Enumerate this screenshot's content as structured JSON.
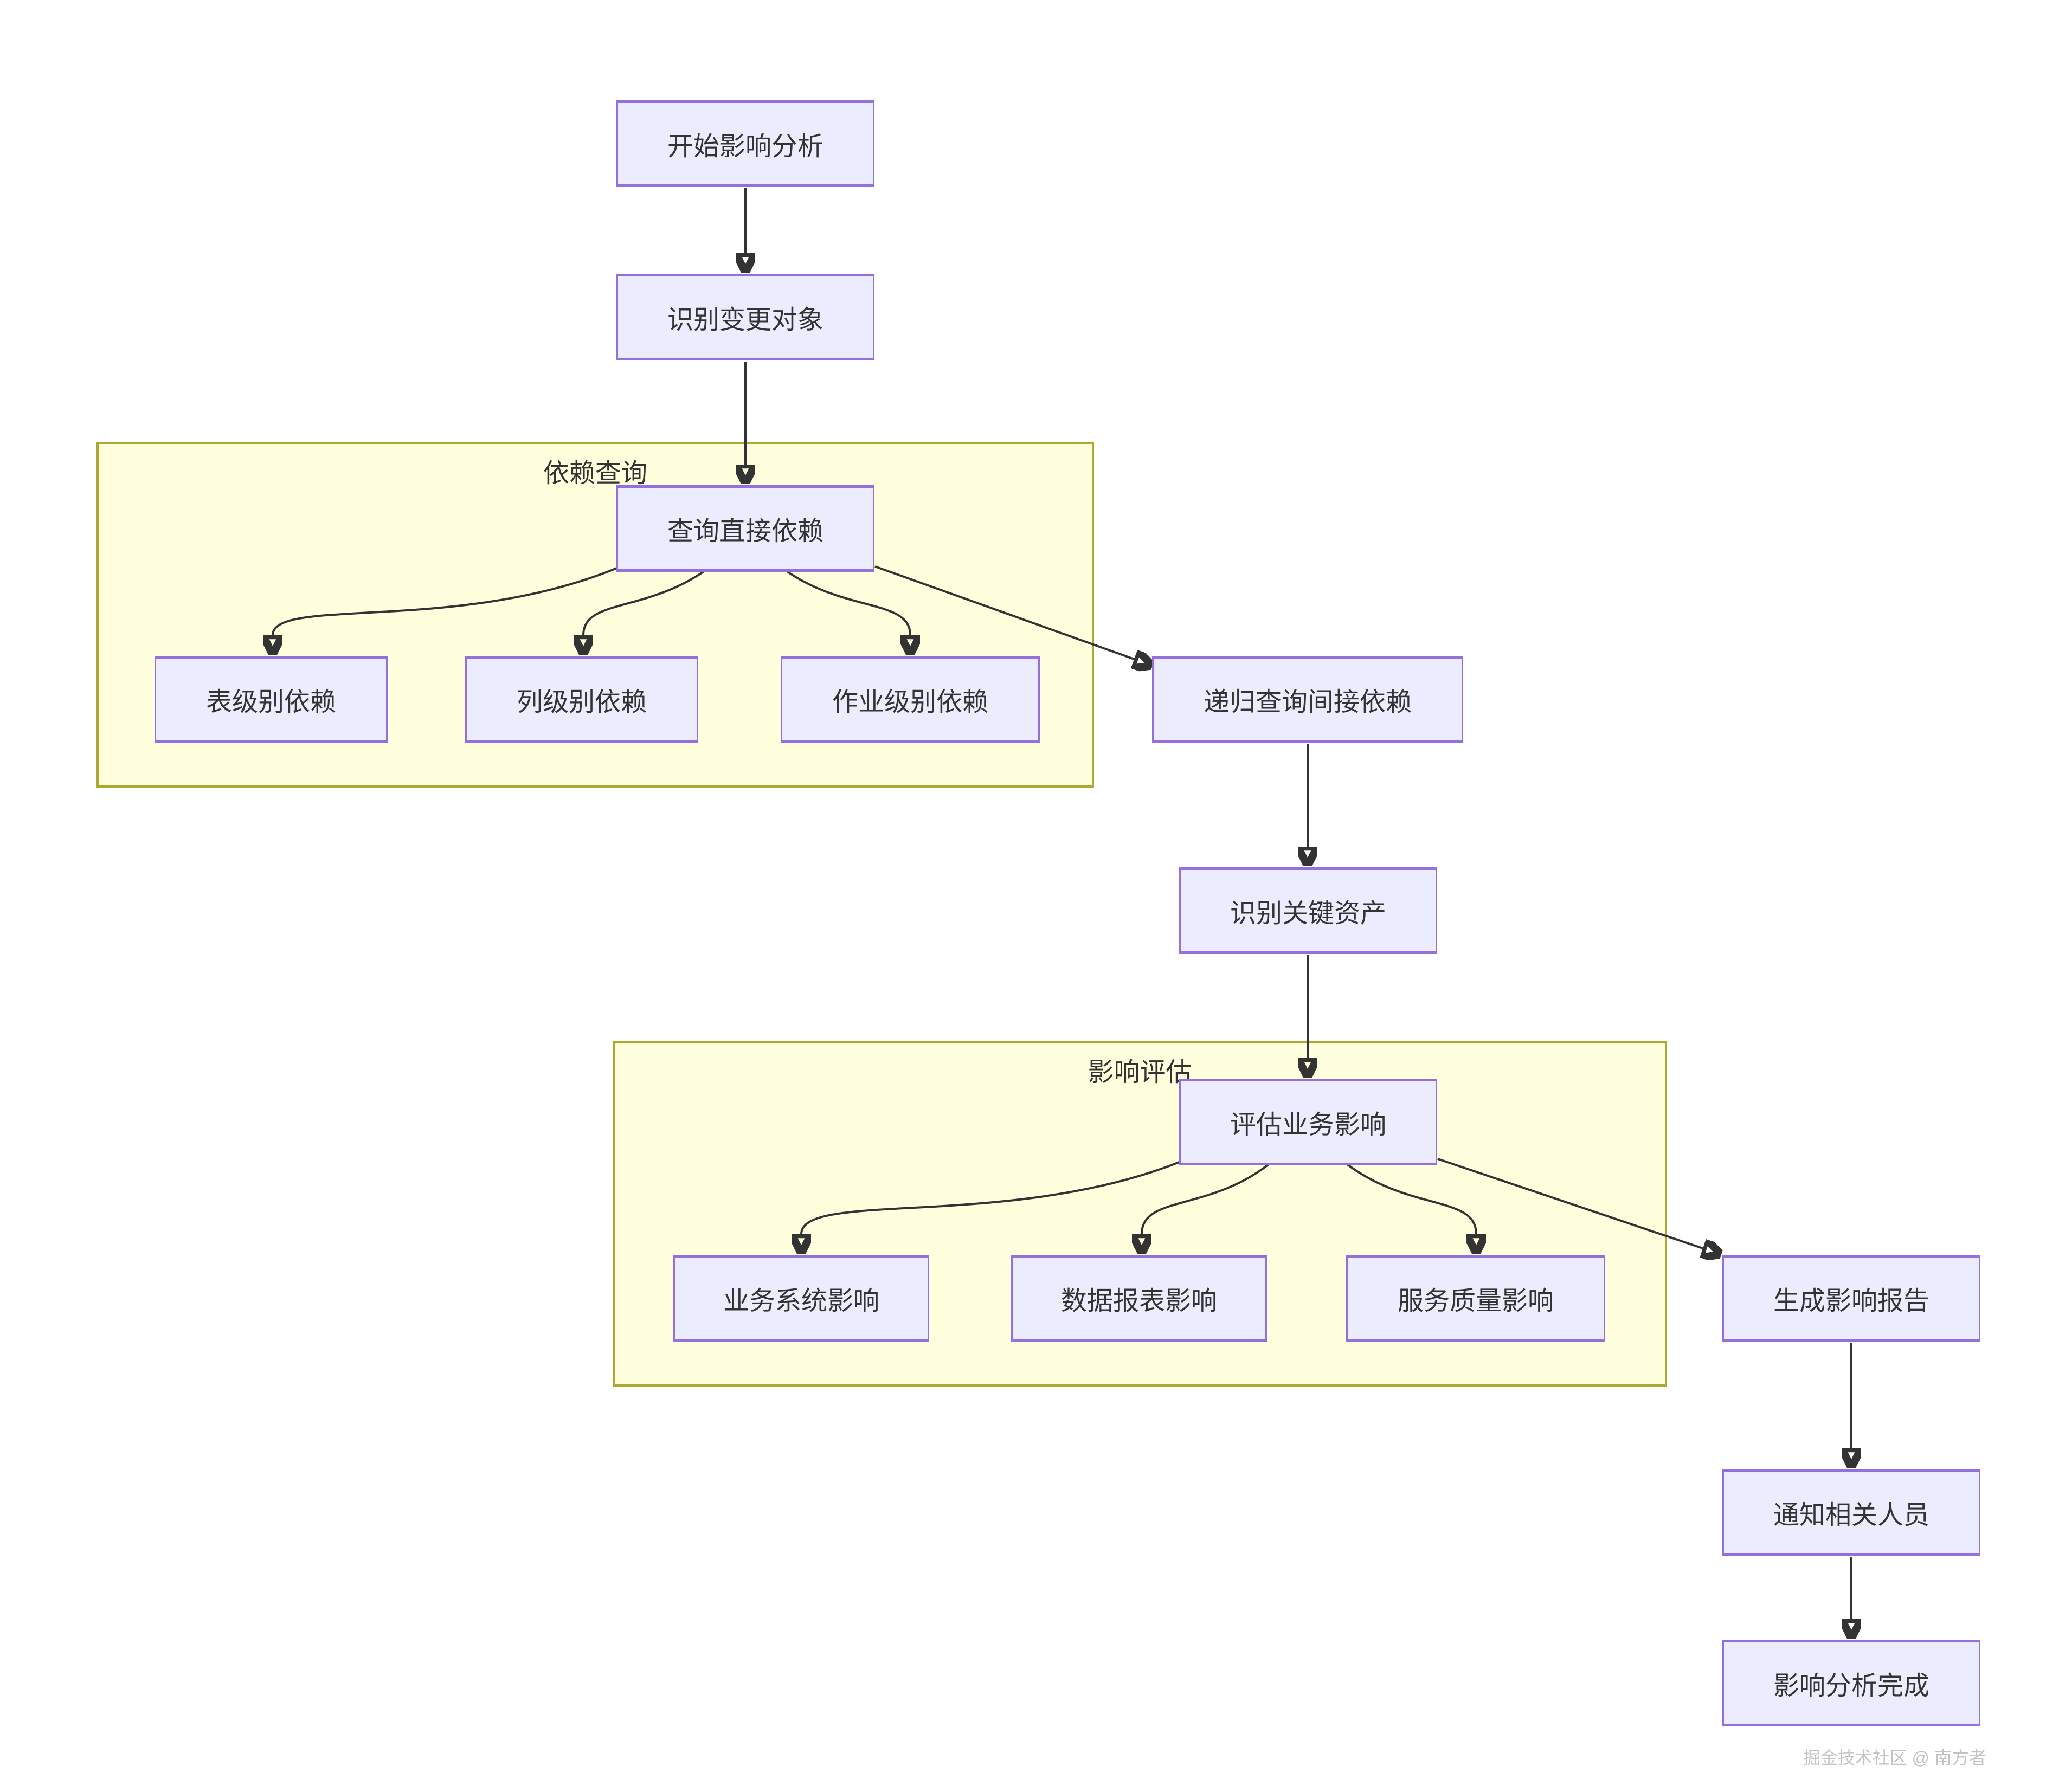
{
  "diagram": {
    "type": "flowchart",
    "direction": "top-down",
    "nodes": [
      {
        "id": "start",
        "label": "开始影响分析"
      },
      {
        "id": "identify",
        "label": "识别变更对象"
      },
      {
        "id": "query_direct",
        "label": "查询直接依赖"
      },
      {
        "id": "table_dep",
        "label": "表级别依赖"
      },
      {
        "id": "col_dep",
        "label": "列级别依赖"
      },
      {
        "id": "job_dep",
        "label": "作业级别依赖"
      },
      {
        "id": "recursive",
        "label": "递归查询间接依赖"
      },
      {
        "id": "key_asset",
        "label": "识别关键资产"
      },
      {
        "id": "assess",
        "label": "评估业务影响"
      },
      {
        "id": "biz_impact",
        "label": "业务系统影响"
      },
      {
        "id": "report_impact",
        "label": "数据报表影响"
      },
      {
        "id": "quality_impact",
        "label": "服务质量影响"
      },
      {
        "id": "gen_report",
        "label": "生成影响报告"
      },
      {
        "id": "notify",
        "label": "通知相关人员"
      },
      {
        "id": "done",
        "label": "影响分析完成"
      }
    ],
    "clusters": [
      {
        "id": "dep_query",
        "label": "依赖查询"
      },
      {
        "id": "impact_assess",
        "label": "影响评估"
      }
    ],
    "edges": [
      {
        "from": "start",
        "to": "identify"
      },
      {
        "from": "identify",
        "to": "query_direct"
      },
      {
        "from": "query_direct",
        "to": "table_dep"
      },
      {
        "from": "query_direct",
        "to": "col_dep"
      },
      {
        "from": "query_direct",
        "to": "job_dep"
      },
      {
        "from": "query_direct",
        "to": "recursive"
      },
      {
        "from": "recursive",
        "to": "key_asset"
      },
      {
        "from": "key_asset",
        "to": "assess"
      },
      {
        "from": "assess",
        "to": "biz_impact"
      },
      {
        "from": "assess",
        "to": "report_impact"
      },
      {
        "from": "assess",
        "to": "quality_impact"
      },
      {
        "from": "assess",
        "to": "gen_report"
      },
      {
        "from": "gen_report",
        "to": "notify"
      },
      {
        "from": "notify",
        "to": "done"
      }
    ],
    "watermark": "掘金技术社区 @ 南方者",
    "colors": {
      "node_fill": "#ececff",
      "node_border": "#9370db",
      "cluster_fill": "#ffffde",
      "cluster_border": "#aaaa33",
      "edge": "#333333",
      "text": "#333333",
      "watermark_text": "#c3c3c3",
      "background": "#ffffff"
    }
  }
}
